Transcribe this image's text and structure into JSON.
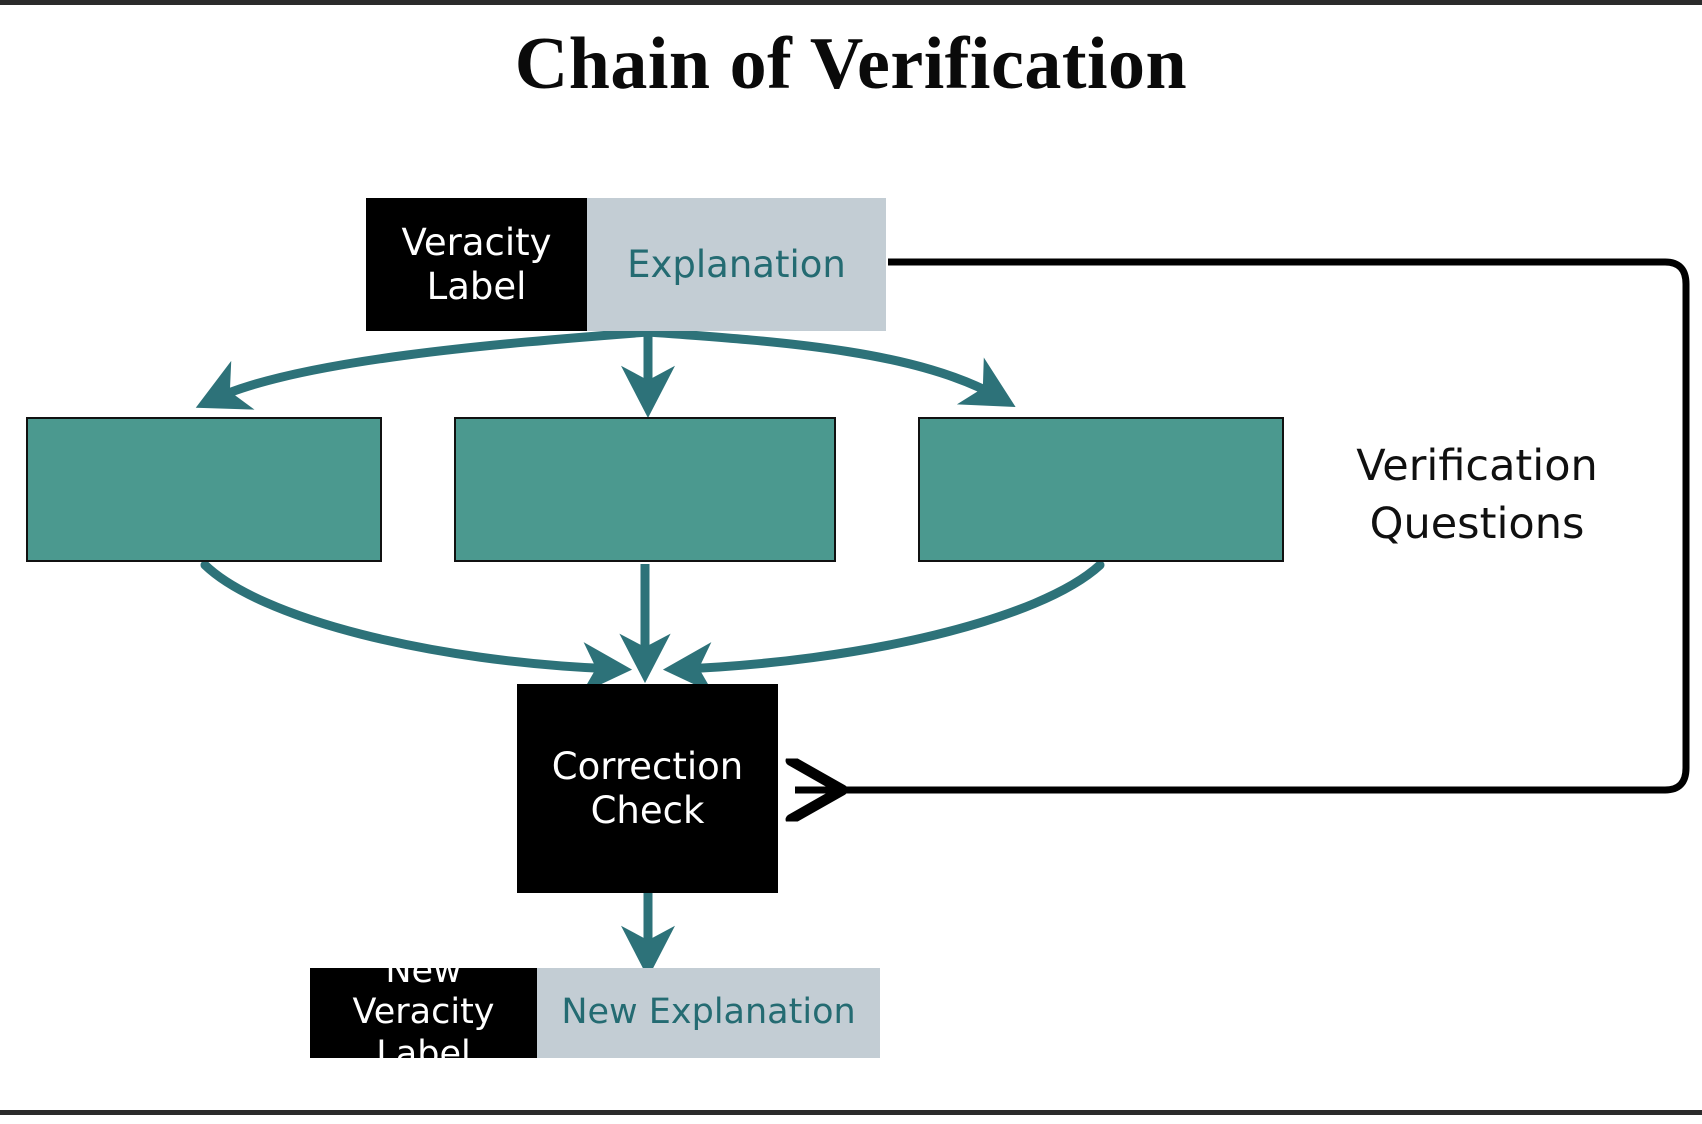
{
  "title": "Chain of Verification",
  "colors": {
    "teal_box_fill": "#4b998f",
    "arrow_teal": "#2d7279",
    "explanation_text": "#246b72",
    "explanation_bg": "#c3cdd4",
    "black_box": "#000000",
    "feedback_line": "#000000",
    "page_bg": "#ffffff"
  },
  "top_row": {
    "veracity_label": "Veracity\nLabel",
    "veracity_label_line1": "Veracity",
    "veracity_label_line2": "Label",
    "explanation": "Explanation"
  },
  "verification": {
    "caption_line1": "Verification",
    "caption_line2": "Questions",
    "boxes": [
      {
        "id": "vq-1",
        "label": ""
      },
      {
        "id": "vq-2",
        "label": ""
      },
      {
        "id": "vq-3",
        "label": ""
      }
    ]
  },
  "correction": {
    "line1": "Correction",
    "line2": "Check"
  },
  "bottom_row": {
    "new_veracity_label_line1": "New Veracity",
    "new_veracity_label_line2": "Label",
    "new_explanation": "New Explanation"
  },
  "edges": [
    {
      "name": "explanation-to-vq-left",
      "from": "explanation",
      "to": "vq-1",
      "style": "curved-teal-arrow"
    },
    {
      "name": "explanation-to-vq-mid",
      "from": "explanation",
      "to": "vq-2",
      "style": "straight-teal-arrow"
    },
    {
      "name": "explanation-to-vq-right",
      "from": "explanation",
      "to": "vq-3",
      "style": "curved-teal-arrow"
    },
    {
      "name": "vq-left-to-correction",
      "from": "vq-1",
      "to": "correction-check",
      "style": "curved-teal-arrow"
    },
    {
      "name": "vq-mid-to-correction",
      "from": "vq-2",
      "to": "correction-check",
      "style": "straight-teal-arrow"
    },
    {
      "name": "vq-right-to-correction",
      "from": "vq-3",
      "to": "correction-check",
      "style": "curved-teal-arrow"
    },
    {
      "name": "correction-to-new-output",
      "from": "correction-check",
      "to": "new-explanation",
      "style": "straight-teal-arrow"
    },
    {
      "name": "explanation-feedback-loop",
      "from": "explanation",
      "to": "correction-check",
      "style": "orthogonal-black-arrow"
    }
  ]
}
